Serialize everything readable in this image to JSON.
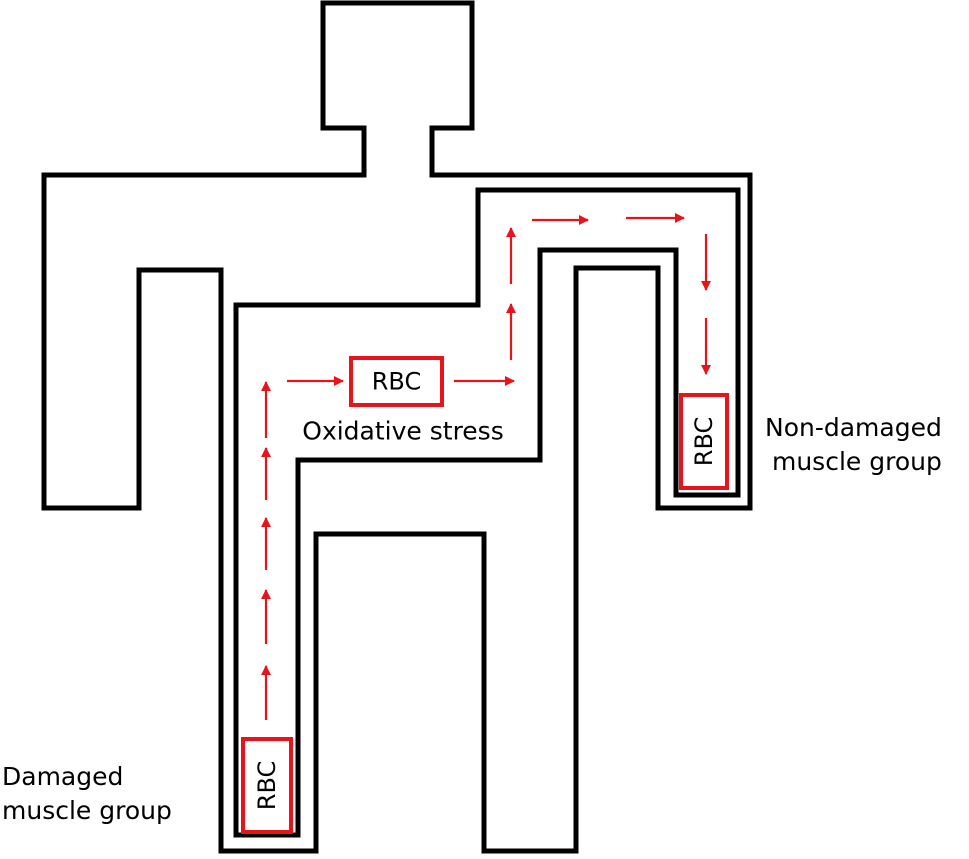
{
  "colors": {
    "outline": "#000000",
    "rbc": "#e8141b",
    "arrow": "#e8141b",
    "background": "#ffffff"
  },
  "rbc_label": "RBC",
  "labels": {
    "oxidative_stress": "Oxidative stress",
    "damaged_line1": "Damaged",
    "damaged_line2": "muscle group",
    "nondamaged_line1": "Non-damaged",
    "nondamaged_line2": "muscle group"
  }
}
